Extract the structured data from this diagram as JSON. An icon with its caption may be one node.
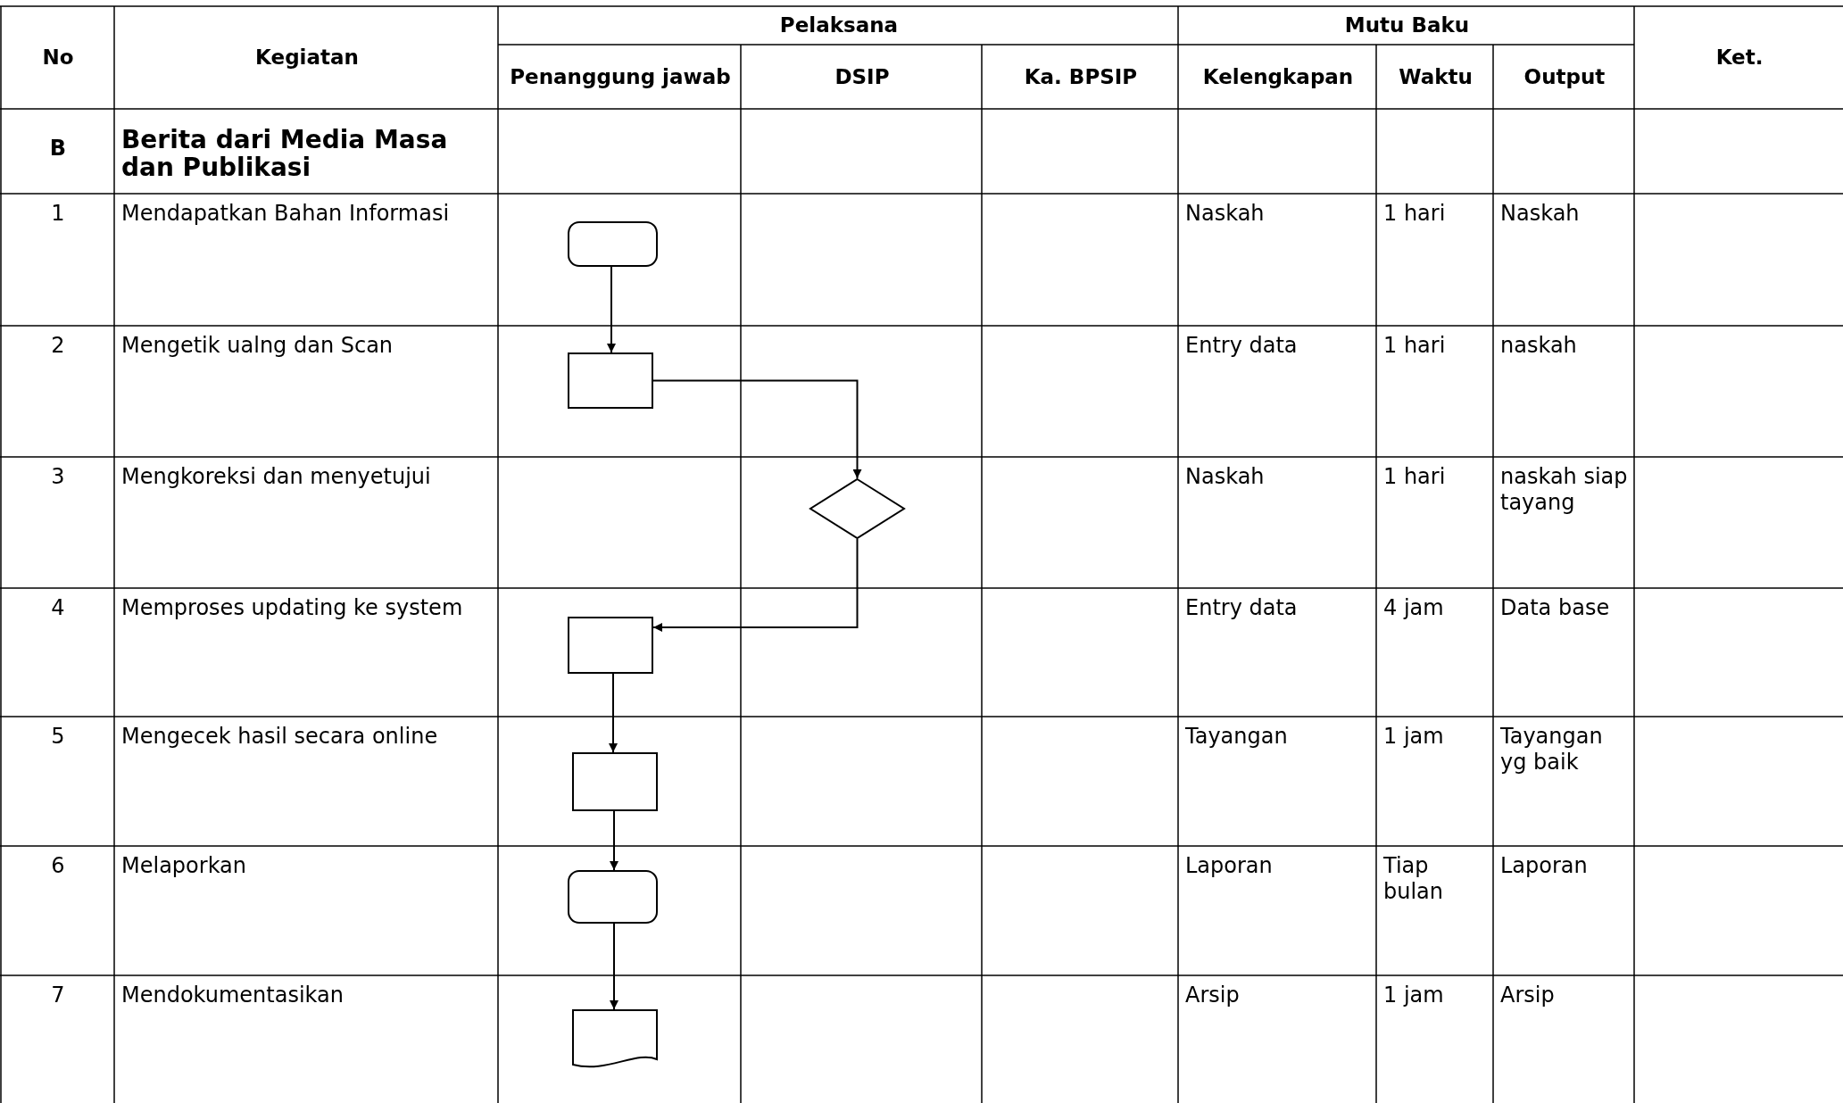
{
  "diagram": {
    "nodes": [
      {
        "text": [],
        "shape": "box"
      },
      {
        "text": [],
        "shape": "box"
      },
      {
        "text": [],
        "shape": "diamond"
      },
      {
        "text": [],
        "shape": "box"
      },
      {
        "text": [],
        "shape": "box"
      },
      {
        "text": [],
        "shape": "box"
      },
      {
        "text": [],
        "shape": "document"
      }
    ],
    "edges": [
      {
        "from": 0,
        "to": 1,
        "arrow": "to"
      },
      {
        "from": 1,
        "to": 2,
        "arrow": "to"
      },
      {
        "from": 2,
        "to": 3,
        "arrow": "to"
      },
      {
        "from": 3,
        "to": 4,
        "arrow": "to"
      },
      {
        "from": 4,
        "to": 5,
        "arrow": "to"
      },
      {
        "from": 5,
        "to": 6,
        "arrow": "to"
      }
    ],
    "labels": [
      "No",
      "Kegiatan",
      "Pelaksana",
      "Mutu Baku",
      "Ket.",
      "Penanggung jawab",
      "DSIP",
      "Ka. BPSIP",
      "Kelengkapan",
      "Waktu",
      "Output",
      "B",
      "Berita dari Media Masa dan Publikasi",
      "1",
      "Mendapatkan Bahan Informasi",
      "Naskah",
      "1 hari",
      "Naskah",
      "2",
      "Mengetik ualng dan Scan",
      "Entry data",
      "1 hari",
      "naskah",
      "3",
      "Mengkoreksi dan menyetujui",
      "Naskah",
      "1 hari",
      "naskah siap tayang",
      "4",
      "Memproses updating ke system",
      "Entry data",
      "4 jam",
      "Data base",
      "5",
      "Mengecek hasil secara online",
      "Tayangan",
      "1 jam",
      "Tayangan yg baik",
      "6",
      "Melaporkan",
      "Laporan",
      "Tiap bulan",
      "Laporan",
      "7",
      "Mendokumentasikan",
      "Arsip",
      "1 jam",
      "Arsip"
    ]
  }
}
